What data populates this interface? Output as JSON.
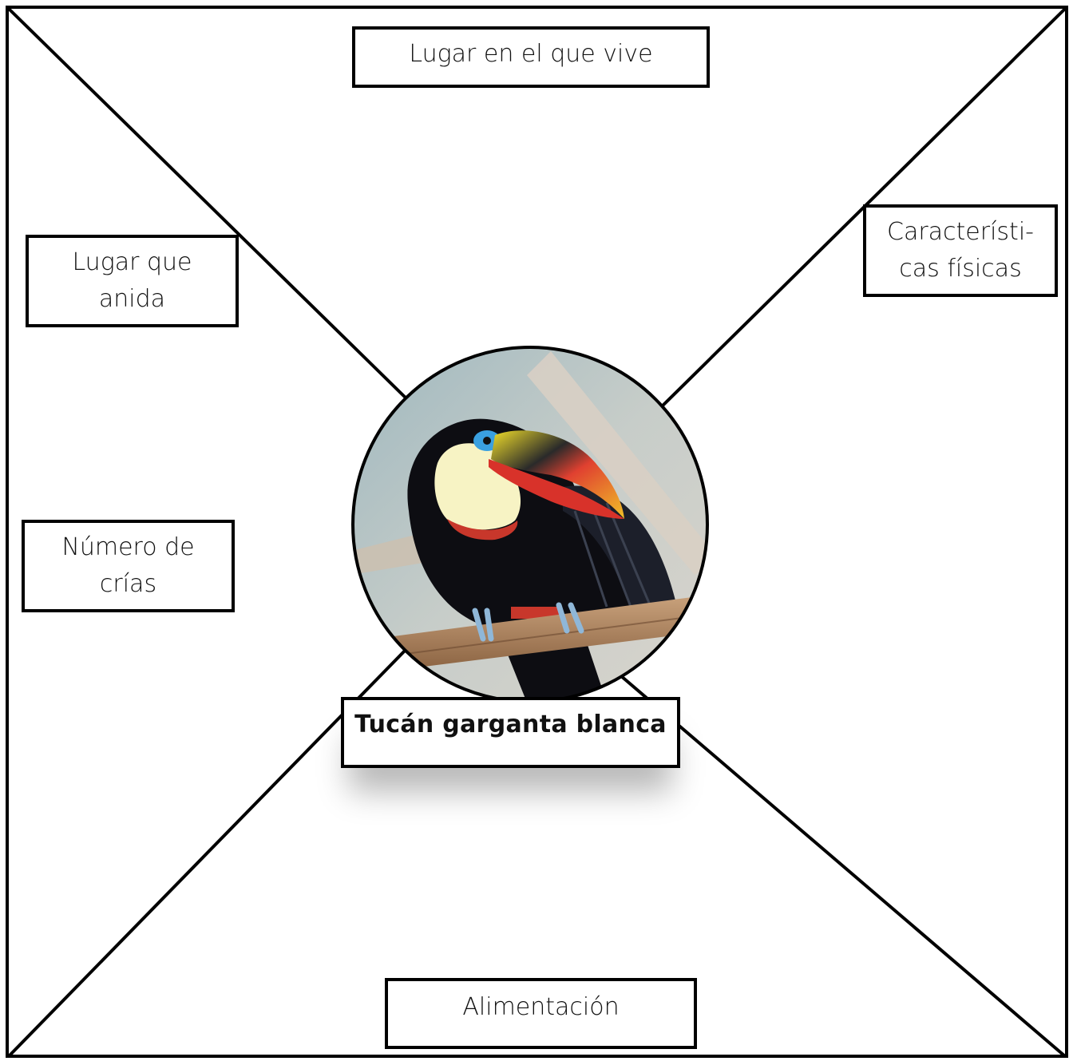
{
  "boxes": {
    "top": "Lugar en el que vive",
    "nest_line1": "Lugar que",
    "nest_line2": "anida",
    "phys_line1": "Característi-",
    "phys_line2": "cas físicas",
    "young_line1": "Número de",
    "young_line2": "crías",
    "food": "Alimentación",
    "center_title": "Tucán garganta blanca"
  },
  "colors": {
    "line": "#000000",
    "toucan_body": "#0d0d12",
    "throat": "#f7f3c4",
    "beak_yellow": "#f2d21a",
    "beak_red": "#d8322a",
    "eye_ring": "#3aa0e0",
    "branch": "#a97b55"
  }
}
